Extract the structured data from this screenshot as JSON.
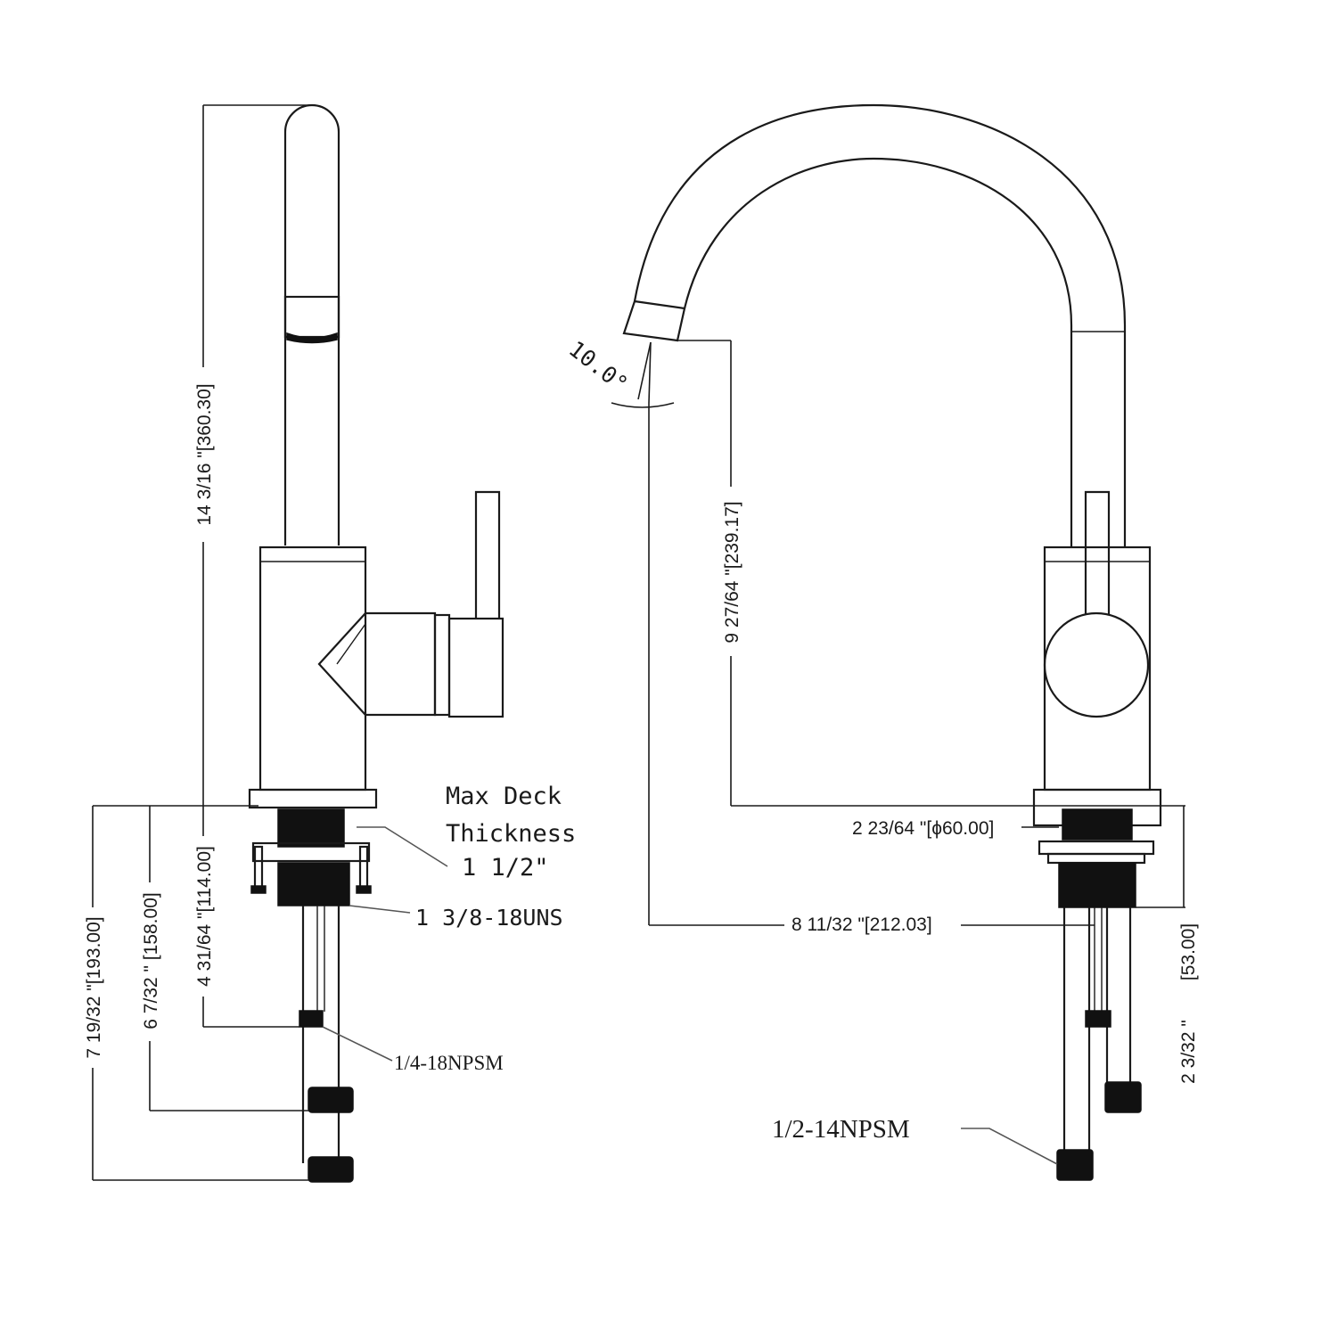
{
  "side_view": {
    "height_total": "14 3/16 \"[360.30]",
    "deck_note_line1": "Max Deck",
    "deck_note_line2": "Thickness",
    "deck_note_line3": "1 1/2\"",
    "thread_shank": "1 3/8-18UNS",
    "thread_small": "1/4-18NPSM",
    "dim_a": "4 31/64 \"[114.00]",
    "dim_b": "6 7/32 \" [158.00]",
    "dim_c": "7 19/32 \"[193.00]"
  },
  "front_view": {
    "angle": "10.0°",
    "spout_height": "9 27/64 \"[239.17]",
    "base_diameter": "2 23/64 \"[ϕ60.00]",
    "reach": "8 11/32 \"[212.03]",
    "shank_length_in": "2 3/32 \"",
    "shank_length_mm": "[53.00]",
    "supply_thread": "1/2-14NPSM"
  }
}
